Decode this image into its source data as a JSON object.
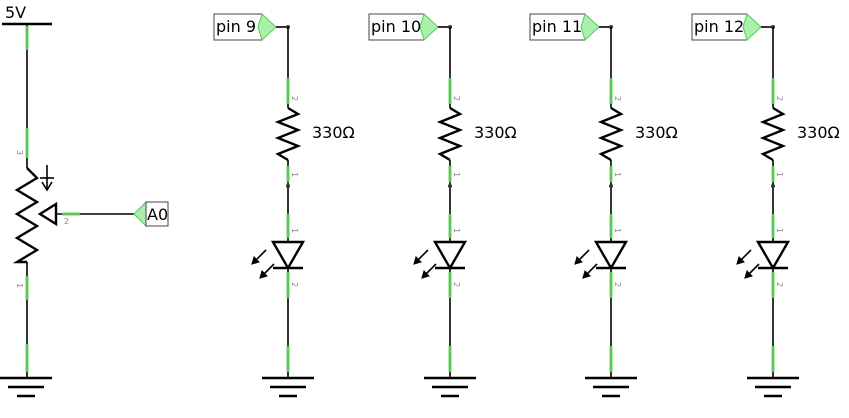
{
  "power": {
    "label": "5V"
  },
  "potentiometer": {
    "pin_top": "3",
    "pin_wiper": "2",
    "pin_bottom": "1",
    "net_label": "A0"
  },
  "channels": [
    {
      "pin_label": "pin 9",
      "resistor_value": "330Ω",
      "res_pin_top": "2",
      "res_pin_bottom": "1",
      "led_pin_top": "1",
      "led_pin_bottom": "2"
    },
    {
      "pin_label": "pin 10",
      "resistor_value": "330Ω",
      "res_pin_top": "2",
      "res_pin_bottom": "1",
      "led_pin_top": "1",
      "led_pin_bottom": "2"
    },
    {
      "pin_label": "pin 11",
      "resistor_value": "330Ω",
      "res_pin_top": "2",
      "res_pin_bottom": "1",
      "led_pin_top": "1",
      "led_pin_bottom": "2"
    },
    {
      "pin_label": "pin 12",
      "resistor_value": "330Ω",
      "res_pin_top": "2",
      "res_pin_bottom": "1",
      "led_pin_top": "1",
      "led_pin_bottom": "2"
    }
  ],
  "colors": {
    "wire": "#000000",
    "connector_highlight": "#66dd66",
    "net_flag": "#aaf0aa"
  }
}
